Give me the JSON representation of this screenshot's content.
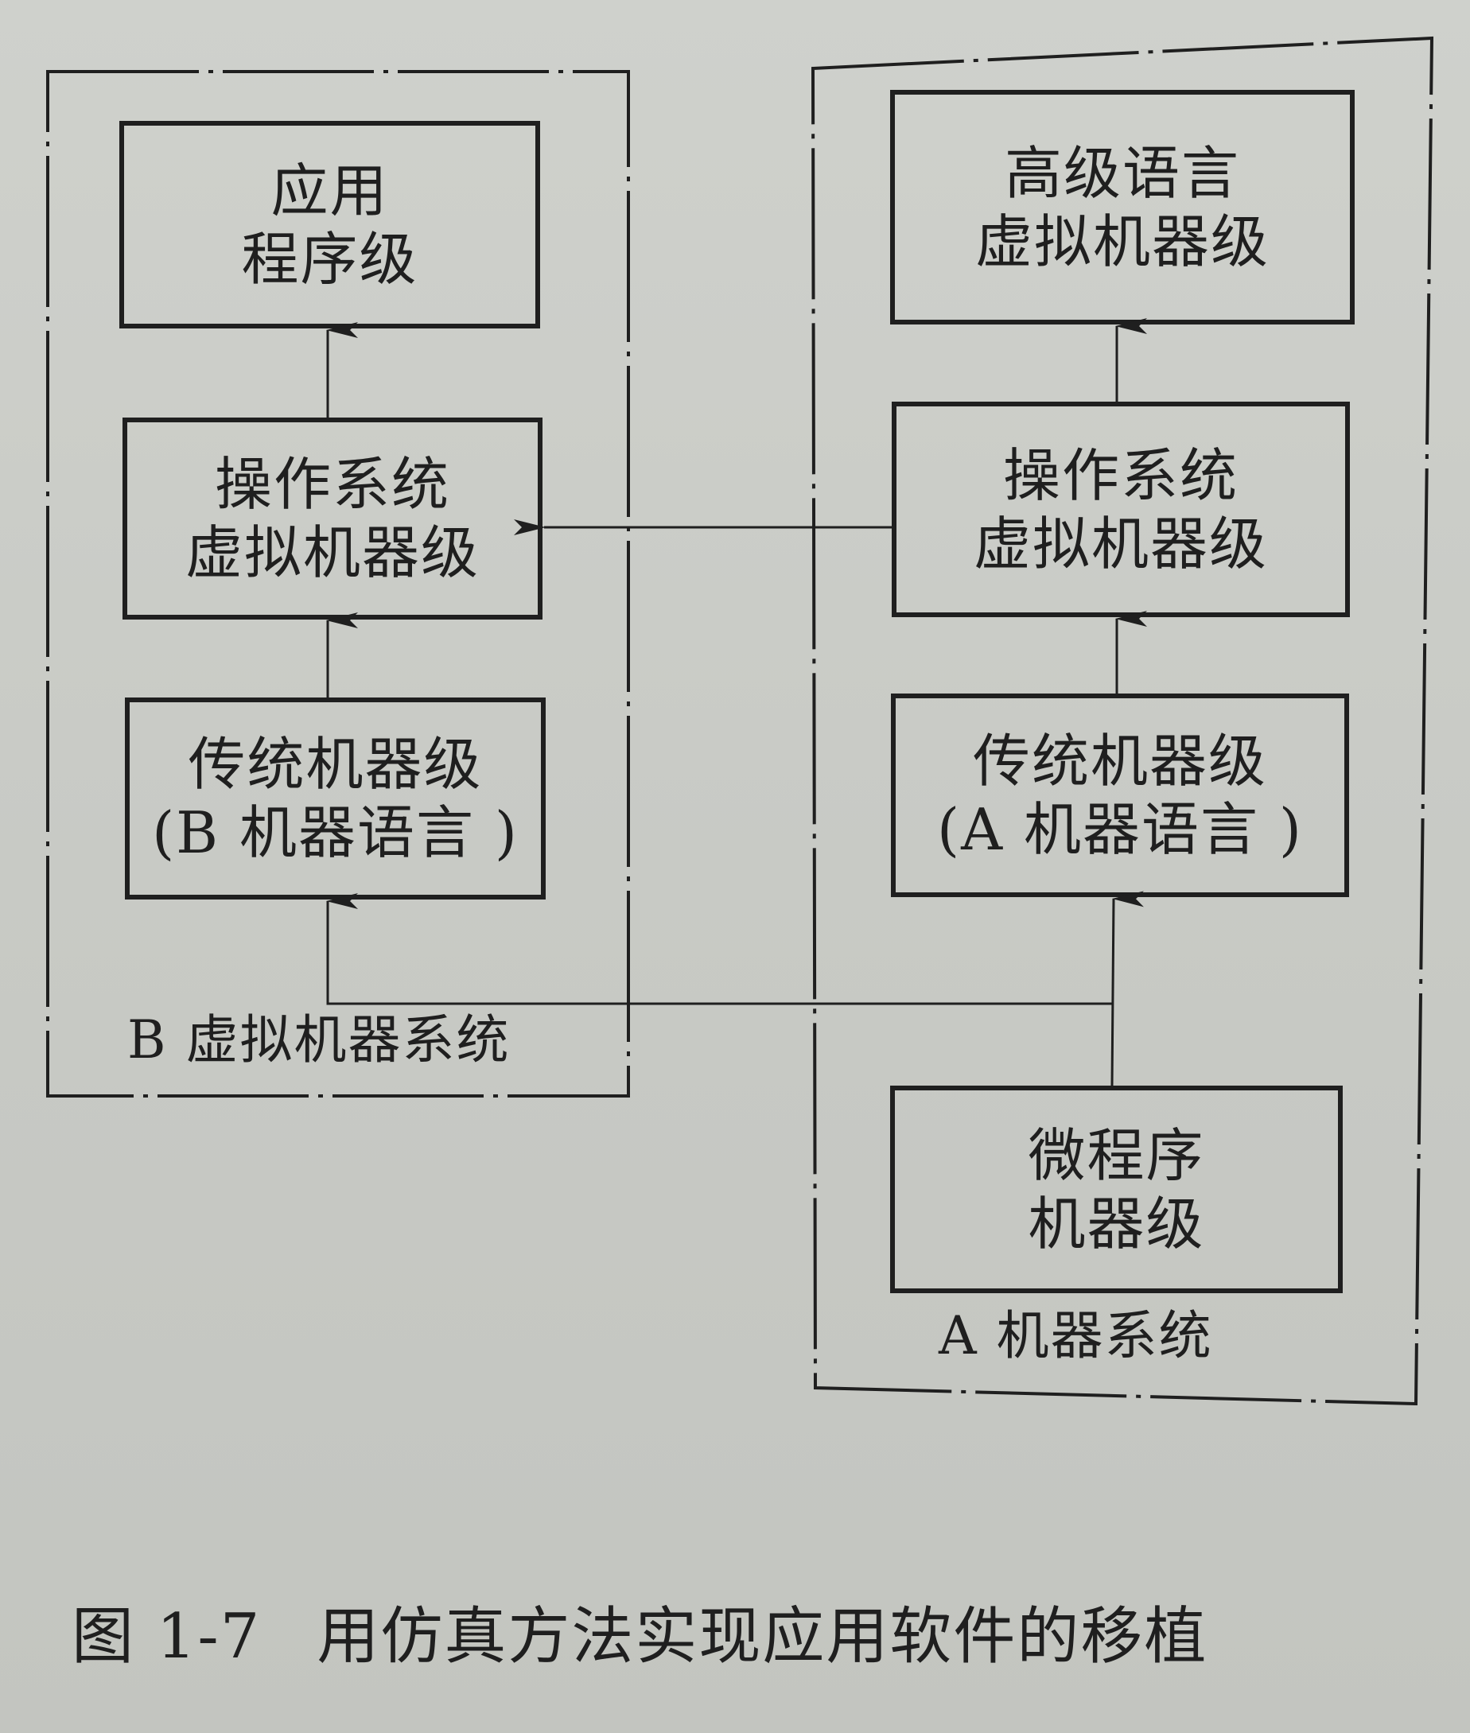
{
  "systems": {
    "b_system_label": "B 虚拟机器系统",
    "a_system_label": "A 机器系统"
  },
  "b_levels": {
    "application": [
      "应用",
      "程序级"
    ],
    "os_virtual": [
      "操作系统",
      "虚拟机器级"
    ],
    "traditional": [
      "传统机器级",
      "(B 机器语言 )"
    ]
  },
  "a_levels": {
    "high_level_language": [
      "高级语言",
      "虚拟机器级"
    ],
    "os_virtual": [
      "操作系统",
      "虚拟机器级"
    ],
    "traditional": [
      "传统机器级",
      "(A 机器语言 )"
    ],
    "microprogram": [
      "微程序",
      "机器级"
    ]
  },
  "caption": {
    "figure_number": "图 1-7",
    "title": "用仿真方法实现应用软件的移植"
  },
  "colors": {
    "paper": "#cbcdc8",
    "ink": "#1f1f1f"
  }
}
